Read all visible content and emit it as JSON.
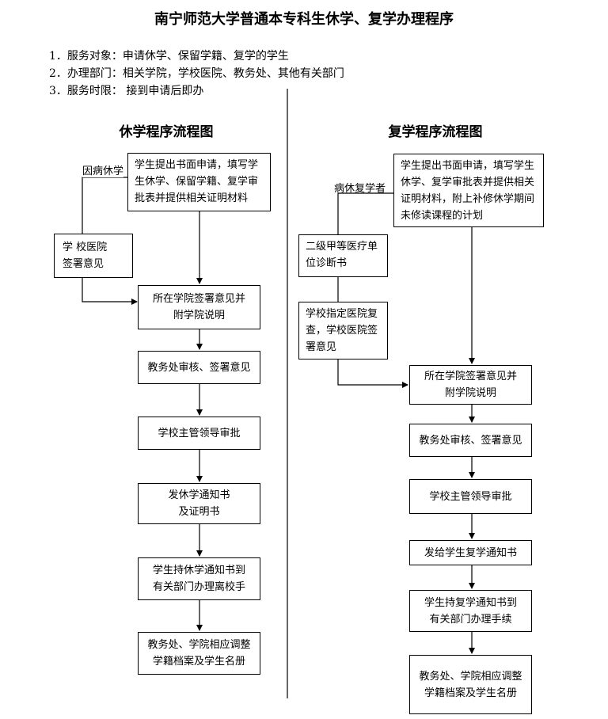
{
  "title": "南宁师范大学普通本专科生休学、复学办理程序",
  "info": [
    "1．服务对象：申请休学、保留学籍、复学的学生",
    "2．办理部门：相关学院，学校医院、教务处、其他有关部门",
    "3．服务时限：  接到申请后即办"
  ],
  "suspend": {
    "heading": "休学程序流程图",
    "side_label": "因病休学",
    "step1": "学生提出书面申请，填写学生休学、保留学籍、复学审批表并提供相关证明材料",
    "hospital_l1": "学 校医院",
    "hospital_l2": "签署意见",
    "college_l1": "所在学院签署意见并",
    "college_l2": "附学院说明",
    "academic": "教务处审核、签署意见",
    "leader": "学校主管领导审批",
    "notice_l1": "发休学通知书",
    "notice_l2": "及证明书",
    "hold_l1": "学生持休学通知书到",
    "hold_l2": "有关部门办理离校手",
    "final_l1": "教务处、学院相应调整",
    "final_l2": "学籍档案及学生名册"
  },
  "resume": {
    "heading": "复学程序流程图",
    "side_label": "病休复学者",
    "step1": "学生提出书面申请，填写学生休学、复学审批表并提供相关证明材料，附上补修休学期间未修读课程的计划",
    "diag": "二级甲等医疗单位诊断书",
    "recheck": "学校指定医院复查，学校医院签署意见",
    "college_l1": "所在学院签署意见并",
    "college_l2": "附学院说明",
    "academic": "教务处审核、签署意见",
    "leader": "学校主管领导审批",
    "notice": "发给学生复学通知书",
    "hold_l1": "学生持复学通知书到",
    "hold_l2": "有关部门办理手续",
    "final_l1": "教务处、学院相应调整",
    "final_l2": "学籍档案及学生名册"
  }
}
